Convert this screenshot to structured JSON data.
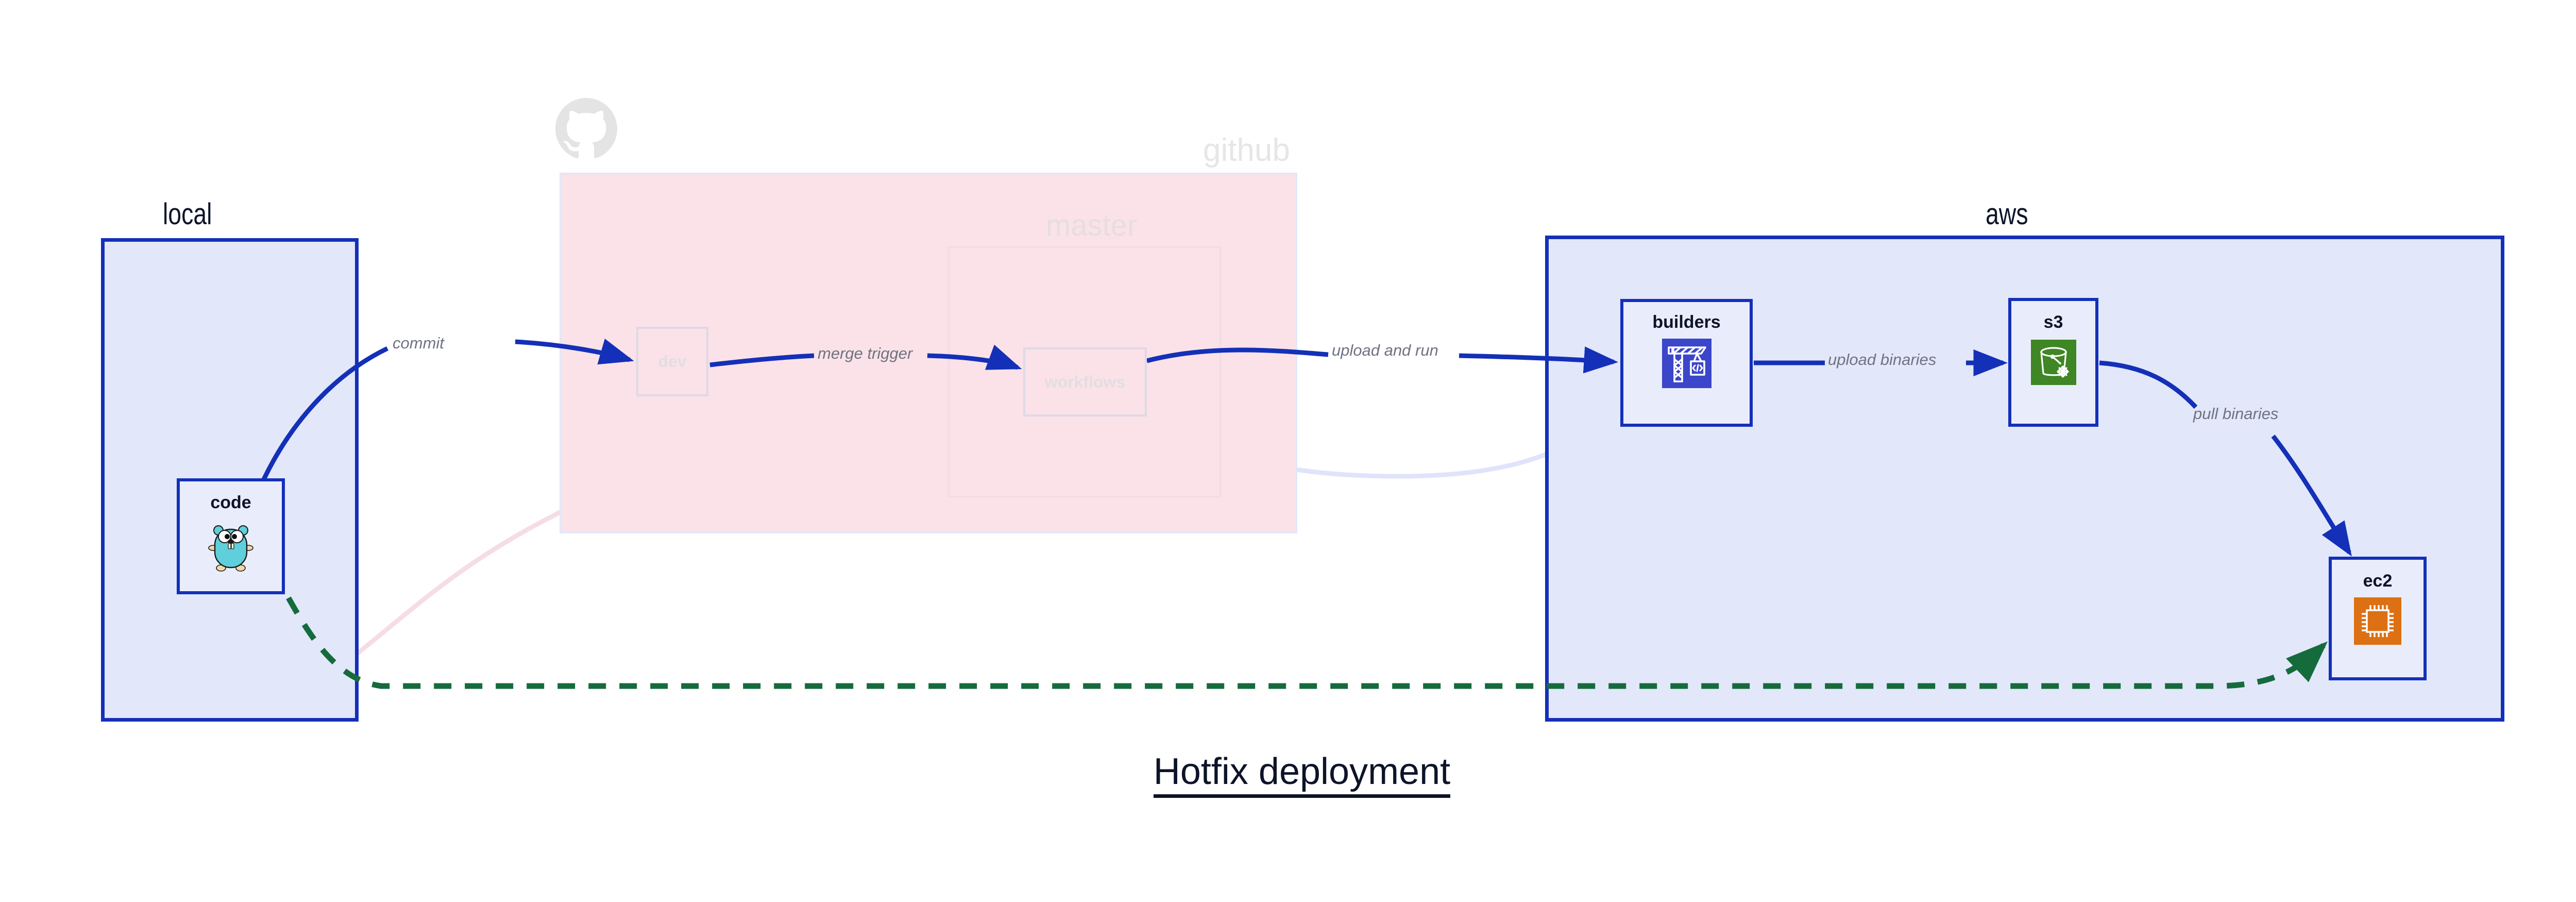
{
  "diagram": {
    "caption": "Hotfix deployment",
    "containers": [
      {
        "id": "local",
        "label": "local"
      },
      {
        "id": "github",
        "label": "github"
      },
      {
        "id": "master",
        "label": "master"
      },
      {
        "id": "aws",
        "label": "aws"
      }
    ],
    "nodes": [
      {
        "id": "code",
        "label": "code",
        "icon": "go-gopher-icon",
        "state": "active"
      },
      {
        "id": "dev",
        "label": "dev",
        "icon": "none",
        "state": "faded"
      },
      {
        "id": "workflows",
        "label": "workflows",
        "icon": "none",
        "state": "faded"
      },
      {
        "id": "builders",
        "label": "builders",
        "icon": "crane-code-icon",
        "state": "active"
      },
      {
        "id": "s3",
        "label": "s3",
        "icon": "s3-glacier-bucket-icon",
        "state": "active"
      },
      {
        "id": "ec2",
        "label": "ec2",
        "icon": "cpu-chip-icon",
        "state": "active"
      }
    ],
    "edges": [
      {
        "from": "code",
        "to": "dev",
        "label": "commit",
        "style": "solid",
        "color": "#1430b8"
      },
      {
        "from": "dev",
        "to": "workflows",
        "label": "merge trigger",
        "style": "solid",
        "color": "#1430b8"
      },
      {
        "from": "workflows",
        "to": "builders",
        "label": "upload and run",
        "style": "solid",
        "color": "#1430b8"
      },
      {
        "from": "builders",
        "to": "s3",
        "label": "upload binaries",
        "style": "solid",
        "color": "#1430b8"
      },
      {
        "from": "s3",
        "to": "ec2",
        "label": "pull binaries",
        "style": "solid",
        "color": "#1430b8"
      },
      {
        "from": "code",
        "to": "ec2",
        "label": "",
        "style": "dashed",
        "color": "#156b3c"
      }
    ],
    "colors": {
      "accent_blue": "#1430b8",
      "container_blue_fill": "#e2e7fa",
      "github_pink_fill": "#fae2e8",
      "dashed_green": "#156b3c",
      "label_grey": "#6f7380",
      "faded_grey": "#e6e6e6",
      "gopher_cyan": "#5fd0db",
      "builders_icon_bg": "#3b46ca",
      "s3_icon_bg": "#3f8624",
      "ec2_icon_bg": "#dd7013",
      "text_navy": "#0d1428"
    }
  }
}
